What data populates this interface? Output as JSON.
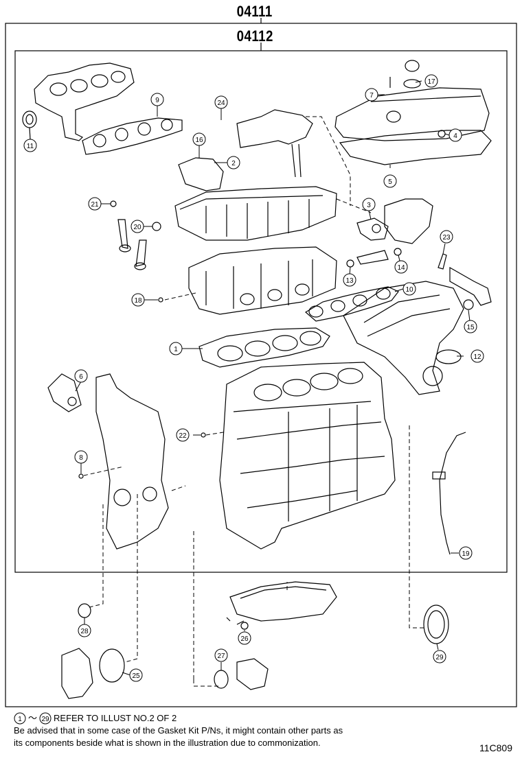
{
  "outer_assembly_number": "04111",
  "inner_assembly_number": "04112",
  "callouts": [
    "1",
    "2",
    "3",
    "4",
    "5",
    "6",
    "7",
    "8",
    "9",
    "10",
    "11",
    "12",
    "13",
    "14",
    "15",
    "16",
    "17",
    "18",
    "19",
    "20",
    "21",
    "22",
    "23",
    "24",
    "25",
    "26",
    "27",
    "28",
    "29"
  ],
  "notes": {
    "ref_start": "1",
    "ref_tilde": "～",
    "ref_end": "29",
    "ref_text": "REFER TO ILLUST NO.2 OF 2",
    "advisory_line1": "Be advised that in some case of the Gasket Kit P/Ns,  it might contain other parts as",
    "advisory_line2": "its components beside what is shown in the illustration due to commonization."
  },
  "illustration_code": "11C809"
}
